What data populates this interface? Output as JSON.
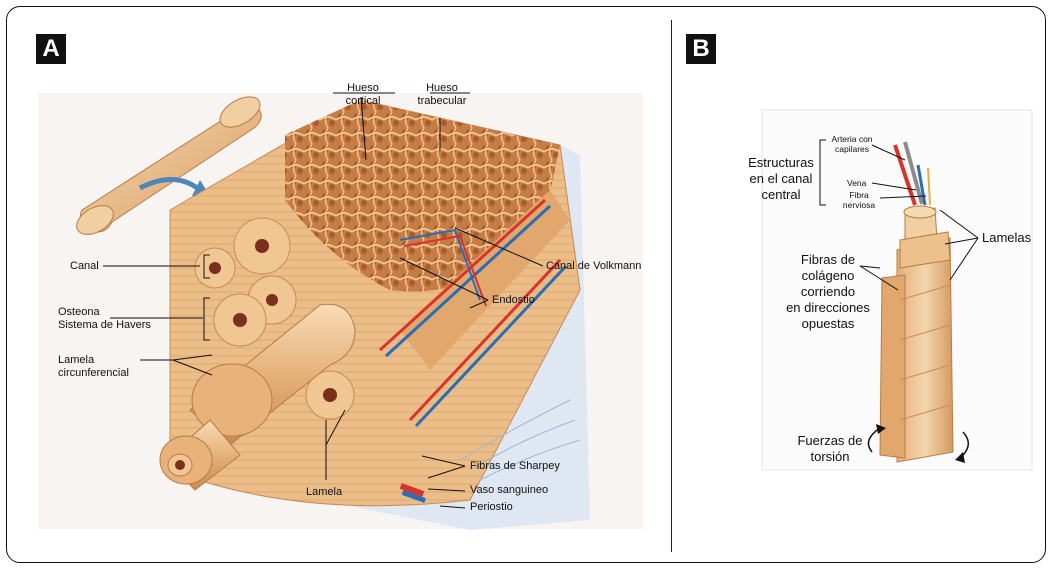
{
  "panels": {
    "a": {
      "tag": "A"
    },
    "b": {
      "tag": "B"
    }
  },
  "labels_a": {
    "hueso_cortical": [
      "Hueso",
      "cortical"
    ],
    "hueso_trabecular": [
      "Hueso",
      "trabecular"
    ],
    "canal": "Canal",
    "osteona": [
      "Osteona",
      "Sistema de Havers"
    ],
    "lamela_circ": [
      "Lamela",
      "circunferencial"
    ],
    "lamela": "Lamela",
    "canal_volkmann": "Canal de Volkmann",
    "endostio": "Endostio",
    "fibras_sharpey": "Fibras de Sharpey",
    "vaso": "Vaso sanguineo",
    "periostio": "Periostio"
  },
  "labels_b": {
    "estructuras": [
      "Estructuras",
      "en el canal",
      "central"
    ],
    "arteria": [
      "Arteria con",
      "capilares"
    ],
    "vena": "Vena",
    "fibra": [
      "Fibra",
      "nerviosa"
    ],
    "lamelas": "Lamelas",
    "fibras_colageno": [
      "Fibras de",
      "colágeno",
      "corriendo",
      "en direcciones",
      "opuestas"
    ],
    "fuerzas": [
      "Fuerzas de",
      "torsión"
    ]
  },
  "colors": {
    "bone_light": "#f2d2a6",
    "bone_mid": "#e0a970",
    "bone_dark": "#c98a52",
    "artery": "#d9342b",
    "vein": "#2a6db5",
    "periosteum": "#c9d6e8"
  }
}
